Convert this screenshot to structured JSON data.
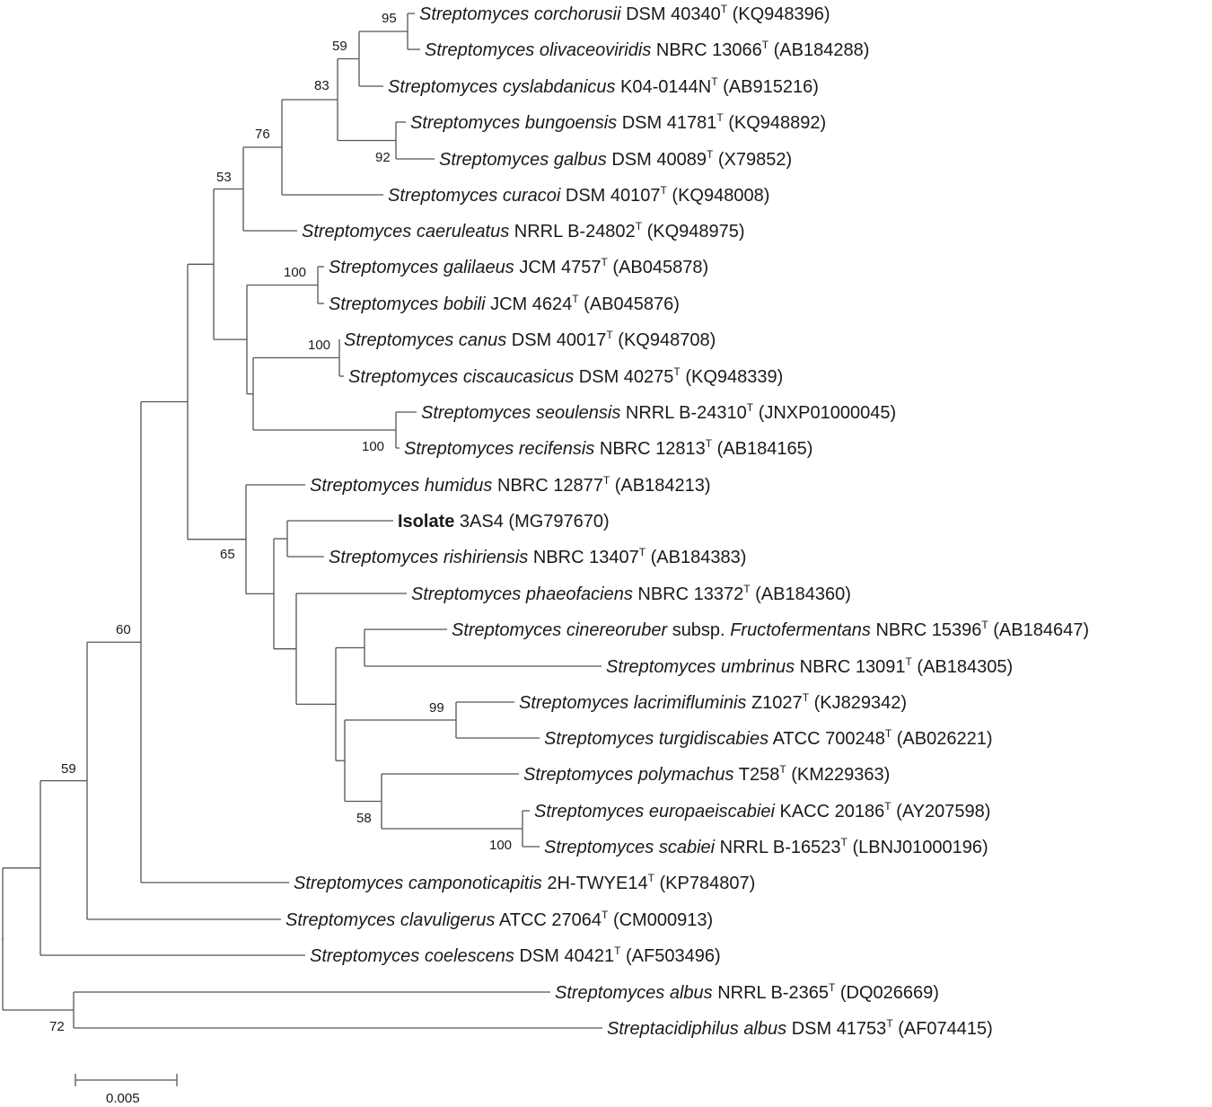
{
  "diagram": {
    "type": "phylogenetic-tree",
    "type_superscript": "T",
    "scale_bar_label": "0.005",
    "taxa": [
      {
        "id": "corchorusii",
        "genus": "Streptomyces",
        "species": "corchorusii",
        "strain": "DSM 40340",
        "accession": "(KQ948396)"
      },
      {
        "id": "olivaceoviridis",
        "genus": "Streptomyces",
        "species": "olivaceoviridis",
        "strain": "NBRC 13066",
        "accession": "(AB184288)"
      },
      {
        "id": "cyslabdanicus",
        "genus": "Streptomyces",
        "species": "cyslabdanicus",
        "strain": "K04-0144N",
        "accession": "(AB915216)"
      },
      {
        "id": "bungoensis",
        "genus": "Streptomyces",
        "species": "bungoensis",
        "strain": "DSM 41781",
        "accession": "(KQ948892)"
      },
      {
        "id": "galbus",
        "genus": "Streptomyces",
        "species": "galbus",
        "strain": "DSM 40089",
        "accession": "(X79852)"
      },
      {
        "id": "curacoi",
        "genus": "Streptomyces",
        "species": "curacoi",
        "strain": "DSM 40107",
        "accession": "(KQ948008)"
      },
      {
        "id": "caeruleatus",
        "genus": "Streptomyces",
        "species": "caeruleatus",
        "strain": "NRRL B-24802",
        "accession": "(KQ948975)"
      },
      {
        "id": "galilaeus",
        "genus": "Streptomyces",
        "species": "galilaeus",
        "strain": "JCM 4757",
        "accession": "(AB045878)"
      },
      {
        "id": "bobili",
        "genus": "Streptomyces",
        "species": "bobili",
        "strain": "JCM 4624",
        "accession": "(AB045876)"
      },
      {
        "id": "canus",
        "genus": "Streptomyces",
        "species": "canus",
        "strain": "DSM 40017",
        "accession": "(KQ948708)"
      },
      {
        "id": "ciscaucasicus",
        "genus": "Streptomyces",
        "species": "ciscaucasicus",
        "strain": "DSM 40275",
        "accession": "(KQ948339)"
      },
      {
        "id": "seoulensis",
        "genus": "Streptomyces",
        "species": "seoulensis",
        "strain": "NRRL B-24310",
        "accession": "(JNXP01000045)"
      },
      {
        "id": "recifensis",
        "genus": "Streptomyces",
        "species": "recifensis",
        "strain": "NBRC 12813",
        "accession": "(AB184165)"
      },
      {
        "id": "humidus",
        "genus": "Streptomyces",
        "species": "humidus",
        "strain": "NBRC 12877",
        "accession": "(AB184213)"
      },
      {
        "id": "isolate",
        "bold": "Isolate",
        "strain": "3AS4",
        "accession": "(MG797670)"
      },
      {
        "id": "rishiriensis",
        "genus": "Streptomyces",
        "species": "rishiriensis",
        "strain": "NBRC 13407",
        "accession": "(AB184383)"
      },
      {
        "id": "phaeofaciens",
        "genus": "Streptomyces",
        "species": "phaeofaciens",
        "strain": "NBRC 13372",
        "accession": "(AB184360)"
      },
      {
        "id": "cinereoruber",
        "genus": "Streptomyces",
        "species": "cinereoruber",
        "subsp": "subsp.",
        "subspecies": "Fructofermentans",
        "strain": "NBRC 15396",
        "accession": "(AB184647)"
      },
      {
        "id": "umbrinus",
        "genus": "Streptomyces",
        "species": "umbrinus",
        "strain": "NBRC 13091",
        "accession": "(AB184305)"
      },
      {
        "id": "lacrimifluminis",
        "genus": "Streptomyces",
        "species": "lacrimifluminis",
        "strain": "Z1027",
        "accession": "(KJ829342)"
      },
      {
        "id": "turgidiscabies",
        "genus": "Streptomyces",
        "species": "turgidiscabies",
        "strain": "ATCC 700248",
        "accession": "(AB026221)"
      },
      {
        "id": "polymachus",
        "genus": "Streptomyces",
        "species": "polymachus",
        "strain": "T258",
        "accession": "(KM229363)"
      },
      {
        "id": "europaeiscabiei",
        "genus": "Streptomyces",
        "species": "europaeiscabiei",
        "strain": "KACC 20186",
        "accession": "(AY207598)"
      },
      {
        "id": "scabiei",
        "genus": "Streptomyces",
        "species": "scabiei",
        "strain": "NRRL B-16523",
        "accession": "(LBNJ01000196)"
      },
      {
        "id": "camponoticapitis",
        "genus": "Streptomyces",
        "species": "camponoticapitis",
        "strain": "2H-TWYE14",
        "accession": "(KP784807)"
      },
      {
        "id": "clavuligerus",
        "genus": "Streptomyces",
        "species": "clavuligerus",
        "strain": "ATCC 27064",
        "accession": "(CM000913)"
      },
      {
        "id": "coelescens",
        "genus": "Streptomyces",
        "species": "coelescens",
        "strain": "DSM 40421",
        "accession": "(AF503496)"
      },
      {
        "id": "albus",
        "genus": "Streptomyces",
        "species": "albus",
        "strain": "NRRL B-2365",
        "accession": "(DQ026669)"
      },
      {
        "id": "streptacidiphilus",
        "genus": "Streptacidiphilus",
        "species": "albus",
        "strain": "DSM 41753",
        "accession": "(AF074415)"
      }
    ],
    "bootstrap": [
      {
        "node": "corchorusii-olivaceoviridis",
        "value": "95"
      },
      {
        "node": "corchorusii-cyslabdanicus",
        "value": "59"
      },
      {
        "node": "corchorusii-galbus",
        "value": "83"
      },
      {
        "node": "bungoensis-galbus",
        "value": "92"
      },
      {
        "node": "corchorusii-curacoi",
        "value": "76"
      },
      {
        "node": "corchorusii-caeruleatus",
        "value": "53"
      },
      {
        "node": "galilaeus-bobili",
        "value": "100"
      },
      {
        "node": "canus-ciscaucasicus",
        "value": "100"
      },
      {
        "node": "seoulensis-recifensis",
        "value": "100"
      },
      {
        "node": "humidus-scabiei",
        "value": "65"
      },
      {
        "node": "lacrimifluminis-turgidiscabies",
        "value": "99"
      },
      {
        "node": "polymachus-scabiei",
        "value": "58"
      },
      {
        "node": "europaeiscabiei-scabiei",
        "value": "100"
      },
      {
        "node": "ingroup-clavuligerus",
        "value": "60"
      },
      {
        "node": "ingroup-coelescens",
        "value": "59"
      },
      {
        "node": "albus-streptacidiphilus",
        "value": "72"
      }
    ]
  }
}
